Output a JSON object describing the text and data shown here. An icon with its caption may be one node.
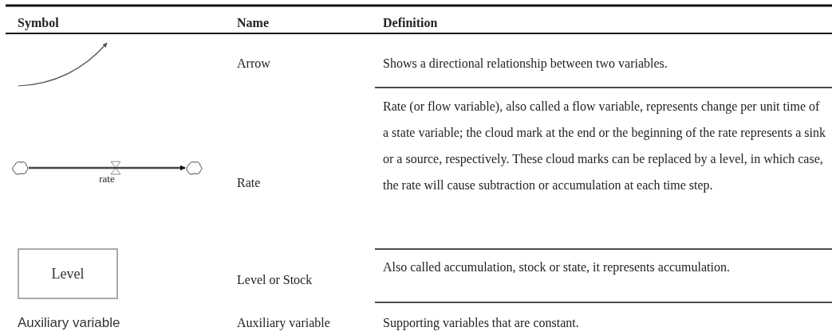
{
  "diagram": {
    "nodes": [
      {
        "text": [],
        "shape": "cloud"
      },
      {
        "text": [],
        "shape": "cloud"
      },
      {
        "text": [
          "Level"
        ]
      }
    ],
    "edges": [
      {
        "from": 0,
        "to": 1,
        "arrow": "to",
        "label": "rate"
      }
    ],
    "labels": [
      "Symbol",
      "Name",
      "Definition",
      "Arrow",
      "Shows a directional relationship between two variables.",
      "Rate",
      "Rate (or flow variable), also called a flow variable, represents change per unit time of a state variable; the cloud mark at the end or the beginning of the rate represents a sink or a source, respectively. These cloud marks can be replaced by a level, in which case, the rate will cause subtraction or accumulation at each time step.",
      "Level or Stock",
      "Also called accumulation, stock or state, it represents accumulation.",
      "Auxiliary variable",
      "Auxiliary variable",
      "Supporting variables that are constant."
    ]
  }
}
